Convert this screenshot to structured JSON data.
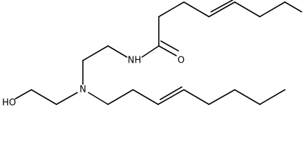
{
  "structure": {
    "atom_labels": {
      "hydroxyl": "HO",
      "amine_nitrogen": "N",
      "amide_nitrogen": "NH",
      "carbonyl_oxygen": "O"
    }
  }
}
